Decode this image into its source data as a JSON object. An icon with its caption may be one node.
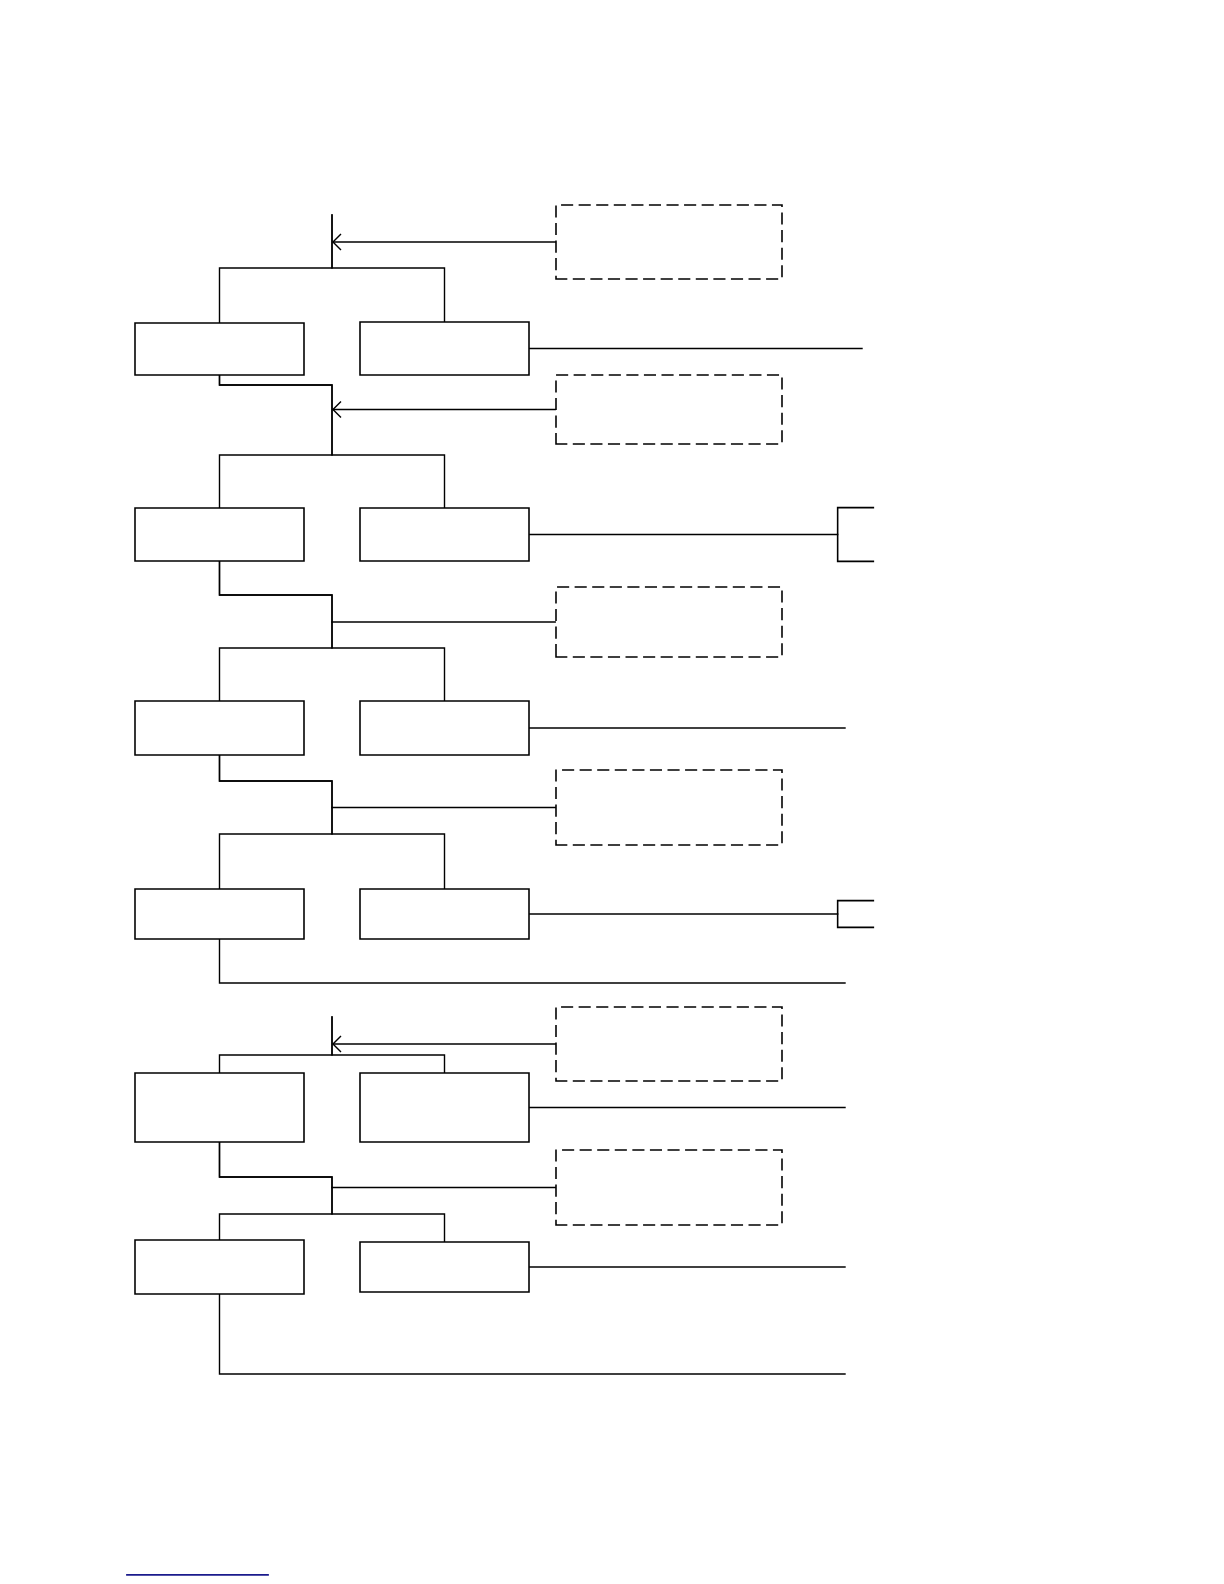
{
  "diagram": {
    "nodes": [
      {
        "text": [],
        "shape": "box"
      },
      {
        "text": [],
        "shape": "box"
      },
      {
        "text": [],
        "shape": "box"
      },
      {
        "text": [],
        "shape": "box"
      },
      {
        "text": [],
        "shape": "box"
      },
      {
        "text": [],
        "shape": "box"
      },
      {
        "text": [],
        "shape": "box"
      },
      {
        "text": [],
        "shape": "box"
      },
      {
        "text": [],
        "shape": "box"
      },
      {
        "text": [],
        "shape": "box"
      },
      {
        "text": [],
        "shape": "box"
      },
      {
        "text": [],
        "shape": "box"
      },
      {
        "text": [],
        "shape": "box"
      },
      {
        "text": [],
        "shape": "box"
      },
      {
        "text": [],
        "shape": "box"
      },
      {
        "text": [],
        "shape": "box"
      },
      {
        "text": [],
        "shape": "box"
      },
      {
        "text": [],
        "shape": "box"
      },
      {
        "text": [],
        "shape": "box"
      },
      {
        "text": [],
        "shape": "box"
      }
    ],
    "edges": [
      {
        "from": null,
        "to": 1,
        "arrow": "none"
      },
      {
        "from": null,
        "to": 2,
        "arrow": "none"
      },
      {
        "from": 0,
        "to": null,
        "arrow": "to"
      },
      {
        "from": 2,
        "to": null,
        "arrow": "none"
      },
      {
        "from": 1,
        "to": 4,
        "arrow": "none"
      },
      {
        "from": 1,
        "to": 5,
        "arrow": "none"
      },
      {
        "from": 3,
        "to": null,
        "arrow": "to"
      },
      {
        "from": 5,
        "to": 6,
        "arrow": "none"
      },
      {
        "from": 4,
        "to": 8,
        "arrow": "none"
      },
      {
        "from": 4,
        "to": 9,
        "arrow": "none"
      },
      {
        "from": 7,
        "to": null,
        "arrow": "none"
      },
      {
        "from": 9,
        "to": null,
        "arrow": "none"
      },
      {
        "from": 8,
        "to": 11,
        "arrow": "none"
      },
      {
        "from": 8,
        "to": 12,
        "arrow": "none"
      },
      {
        "from": 10,
        "to": null,
        "arrow": "none"
      },
      {
        "from": 12,
        "to": 13,
        "arrow": "none"
      },
      {
        "from": 11,
        "to": null,
        "arrow": "none"
      },
      {
        "from": null,
        "to": 15,
        "arrow": "none"
      },
      {
        "from": null,
        "to": 16,
        "arrow": "none"
      },
      {
        "from": 14,
        "to": null,
        "arrow": "to"
      },
      {
        "from": 16,
        "to": null,
        "arrow": "none"
      },
      {
        "from": 15,
        "to": 18,
        "arrow": "none"
      },
      {
        "from": 15,
        "to": 19,
        "arrow": "none"
      },
      {
        "from": 17,
        "to": null,
        "arrow": "none"
      },
      {
        "from": 19,
        "to": null,
        "arrow": "none"
      },
      {
        "from": 18,
        "to": null,
        "arrow": "none"
      }
    ]
  }
}
